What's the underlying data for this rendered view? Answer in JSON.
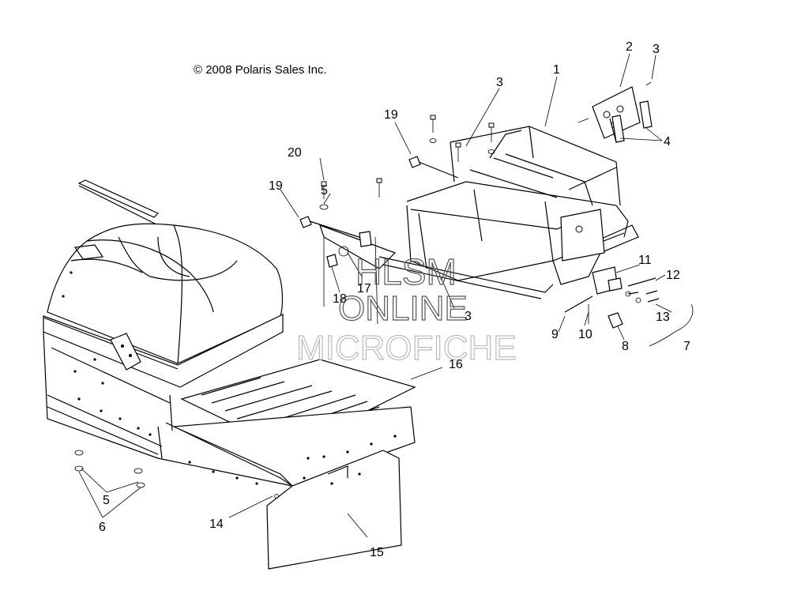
{
  "copyright": "© 2008 Polaris Sales Inc.",
  "watermark": {
    "line1": "HLSM",
    "line2": "ONLINE",
    "line3": "MICROFICHE"
  },
  "callouts": {
    "c1": "1",
    "c2": "2",
    "c3a": "3",
    "c3b": "3",
    "c3c": "3",
    "c4": "4",
    "c5a": "5",
    "c5b": "5",
    "c6": "6",
    "c7": "7",
    "c8": "8",
    "c9": "9",
    "c10": "10",
    "c11": "11",
    "c12": "12",
    "c13": "13",
    "c14": "14",
    "c15": "15",
    "c16": "16",
    "c17": "17",
    "c18": "18",
    "c19a": "19",
    "c19b": "19",
    "c20": "20"
  },
  "colors": {
    "line": "#000000",
    "background": "#ffffff",
    "watermark": "#555555"
  }
}
